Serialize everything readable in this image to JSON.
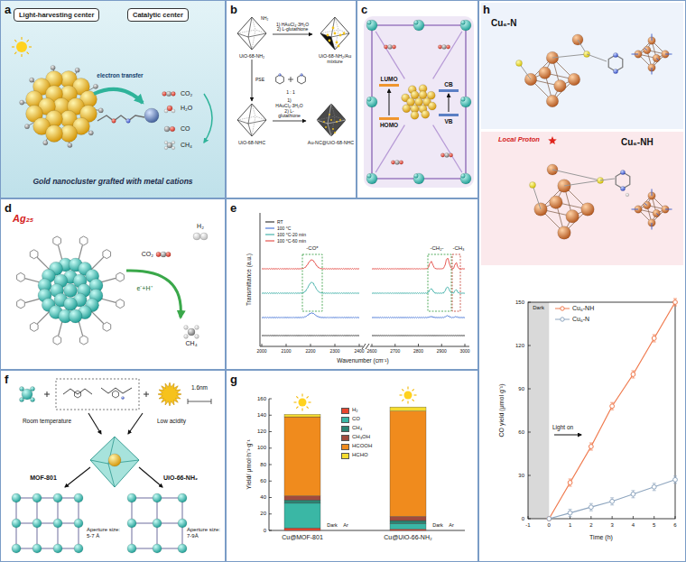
{
  "diagram": {
    "nodes": [
      {
        "text": [
          "a"
        ]
      },
      {
        "text": [
          "Light-harvesting center"
        ],
        "in": 0
      },
      {
        "text": [
          "Catalytic center"
        ],
        "in": 0
      },
      {
        "text": [
          "b"
        ]
      },
      {
        "text": [
          "UiO-68-NH₂"
        ],
        "in": 3
      },
      {
        "text": [
          "UiO-68-NH₂/Au mixture"
        ],
        "in": 3
      },
      {
        "text": [
          "UiO-68-NHC"
        ],
        "in": 3
      },
      {
        "text": [
          "Au-NC@UiO-68-NHC"
        ],
        "in": 3
      },
      {
        "text": [
          "c"
        ]
      },
      {
        "text": [
          "d"
        ]
      },
      {
        "text": [
          "e"
        ]
      },
      {
        "text": [
          "f"
        ]
      },
      {
        "text": [
          "g"
        ]
      },
      {
        "text": [
          "h"
        ]
      }
    ],
    "edges": [
      {
        "from": 4,
        "to": 5,
        "label": "1) HAuCl₄·3H₂O 2) L-glutathione",
        "arrow": "to"
      },
      {
        "from": 4,
        "to": 6,
        "label": "PSE",
        "arrow": "to"
      },
      {
        "from": 6,
        "to": 7,
        "label": "1) HAuCl₄·3H₂O 2) L-glutathione",
        "arrow": "to"
      }
    ],
    "labels": [
      "electron transfer",
      "CO₂",
      "H₂O",
      "CO",
      "CH₄",
      "Gold nanocluster grafted with metal cations",
      "NH₂",
      "1 : 1",
      "LUMO",
      "HOMO",
      "CB",
      "VB",
      "Ag₂₅",
      "H₂",
      "CO₂",
      "e⁻+H⁺",
      "CH₄",
      "Transmittance (a.u.)",
      "Wavenumber (cm⁻¹)",
      "2000",
      "2100",
      "2200",
      "2300",
      "2400",
      "2600",
      "2700",
      "2800",
      "2900",
      "3000",
      "-CO*",
      "-CH₂-",
      "-CH₃",
      "Room temperature",
      "Low acidity",
      "1.6nm",
      "MOF-801",
      "UiO-66-NH₂",
      "Aperture size: 5-7 Å",
      "Aperture size: 7-9Å",
      "Yield/ μmol·h⁻¹·g⁻¹",
      "0",
      "20",
      "40",
      "60",
      "80",
      "100",
      "120",
      "140",
      "160",
      "Cu@MOF-801",
      "Cu@UiO-66-NH₂",
      "Dark",
      "Ar",
      "Dark",
      "Ar",
      "Cu₆-N",
      "Cu₆-NH",
      "Local Proton",
      "CO yield (μmol g⁻¹)",
      "0",
      "30",
      "60",
      "90",
      "120",
      "150",
      "-1",
      "0",
      "1",
      "2",
      "3",
      "4",
      "5",
      "6",
      "Time (h)",
      "Dark",
      "Light on"
    ],
    "legend": [
      {
        "text": "RT"
      },
      {
        "text": "100 °C"
      },
      {
        "text": "100 °C-20 min"
      },
      {
        "text": "100 °C-60 min"
      },
      {
        "text": "H₂",
        "color": "#e8462e"
      },
      {
        "text": "CO",
        "color": "#3ab7a5"
      },
      {
        "text": "CH₄",
        "color": "#2b8472"
      },
      {
        "text": "CH₃OH",
        "color": "#a04b3e"
      },
      {
        "text": "HCOOH",
        "color": "#f08b1d"
      },
      {
        "text": "HCHO",
        "color": "#f5dc30"
      },
      {
        "text": "Cu₆-NH"
      },
      {
        "text": "Cu₆-N"
      }
    ]
  }
}
